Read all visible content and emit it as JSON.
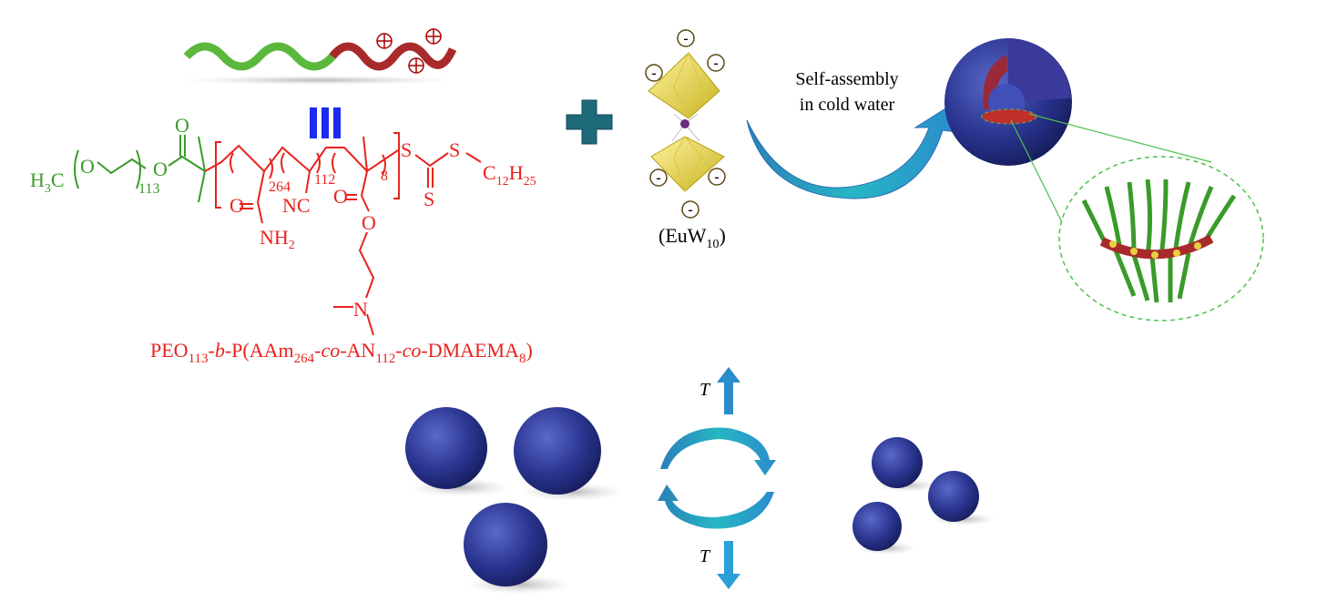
{
  "polymer": {
    "h3c": "H",
    "h3c_sub": "3",
    "h3c_c": "C",
    "o1": "O",
    "o2": "O",
    "o_carbonyl": "O",
    "n_peo": "113",
    "n_aam": "264",
    "n_an": "112",
    "n_dmaema": "8",
    "amide_o": "O",
    "nh": "NH",
    "nh_sub": "2",
    "nitrile": "NC",
    "ester_o1": "O",
    "ester_o2": "O",
    "amine_n": "N",
    "s1": "S",
    "s2": "S",
    "s3": "S",
    "tail_c": "C",
    "tail_c_sub": "12",
    "tail_h": "H",
    "tail_h_sub": "25",
    "name": {
      "p1": "PEO",
      "s1": "113",
      "p2": "-",
      "i1": "b",
      "p3": "-P(AAm",
      "s2": "264",
      "p4": "-",
      "i2": "co",
      "p5": "-AN",
      "s3": "112",
      "p6": "-",
      "i3": "co",
      "p7": "-DMAEMA",
      "s4": "8",
      "p8": ")"
    }
  },
  "pom": {
    "label": "(EuW",
    "label_sub": "10",
    "label_end": ")",
    "charge": "-",
    "plus": "+"
  },
  "process": {
    "line1": "Self-assembly",
    "line2": "in cold water"
  },
  "thermo": {
    "up_label": "T",
    "down_label": "T"
  },
  "colors": {
    "peo": "#3a9a2a",
    "core": "#e8231e",
    "sphere": "#2a3590",
    "arrow": "#2a9fd0"
  }
}
